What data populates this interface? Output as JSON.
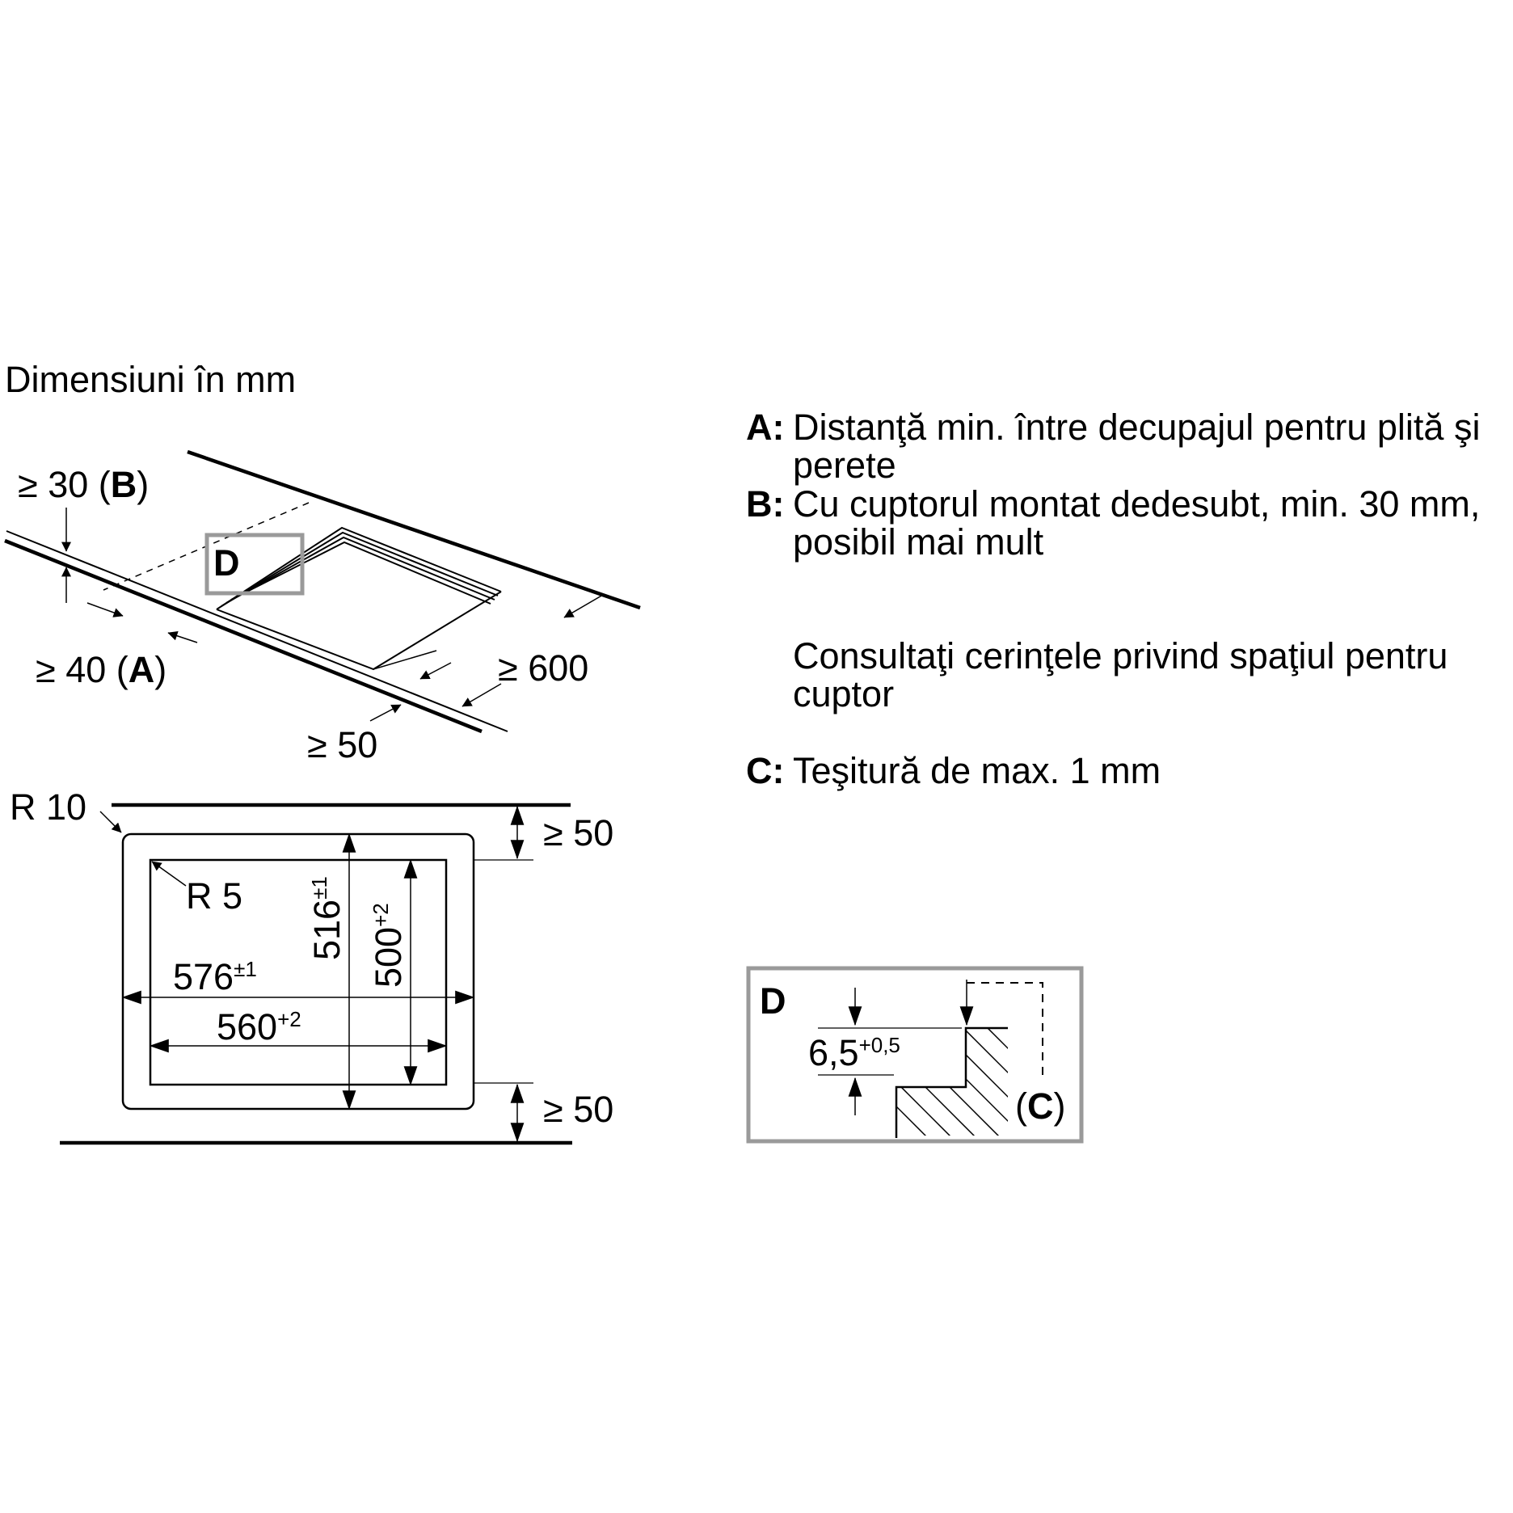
{
  "header": {
    "title": "Dimensiuni în mm"
  },
  "iso": {
    "label_b_prefix": "≥ 30 (",
    "label_b_letter": "B",
    "label_b_suffix": ")",
    "label_a_prefix": "≥ 40 (",
    "label_a_letter": "A",
    "label_a_suffix": ")",
    "label_600": "≥ 600",
    "label_50": "≥ 50",
    "detail_tag": "D"
  },
  "plan": {
    "r10": "R 10",
    "r5": "R 5",
    "w_outer": "576",
    "w_outer_tol": "±1",
    "w_inner": "560",
    "w_inner_tol": "+2",
    "h_outer": "516",
    "h_outer_tol": "±1",
    "h_inner": "500",
    "h_inner_tol": "+2",
    "clear_top": "≥ 50",
    "clear_bottom": "≥ 50"
  },
  "detail": {
    "tag": "D",
    "depth": "6,5",
    "depth_tol": "+0,5",
    "chamfer_open": "(",
    "chamfer_letter": "C",
    "chamfer_close": ")"
  },
  "legend": {
    "a_key": "A:",
    "a_text_1": "Distanţă min. între decupajul pentru plită şi",
    "a_text_2": "perete",
    "b_key": "B:",
    "b_text_1": "Cu cuptorul montat dedesubt, min. 30 mm,",
    "b_text_2": "posibil mai mult",
    "note_1": "Consultaţi cerinţele privind spaţiul pentru",
    "note_2": "cuptor",
    "c_key": "C:",
    "c_text": "Teşitură de max. 1 mm"
  },
  "colors": {
    "line": "#000000",
    "detail_frame": "#9a9a9a"
  }
}
